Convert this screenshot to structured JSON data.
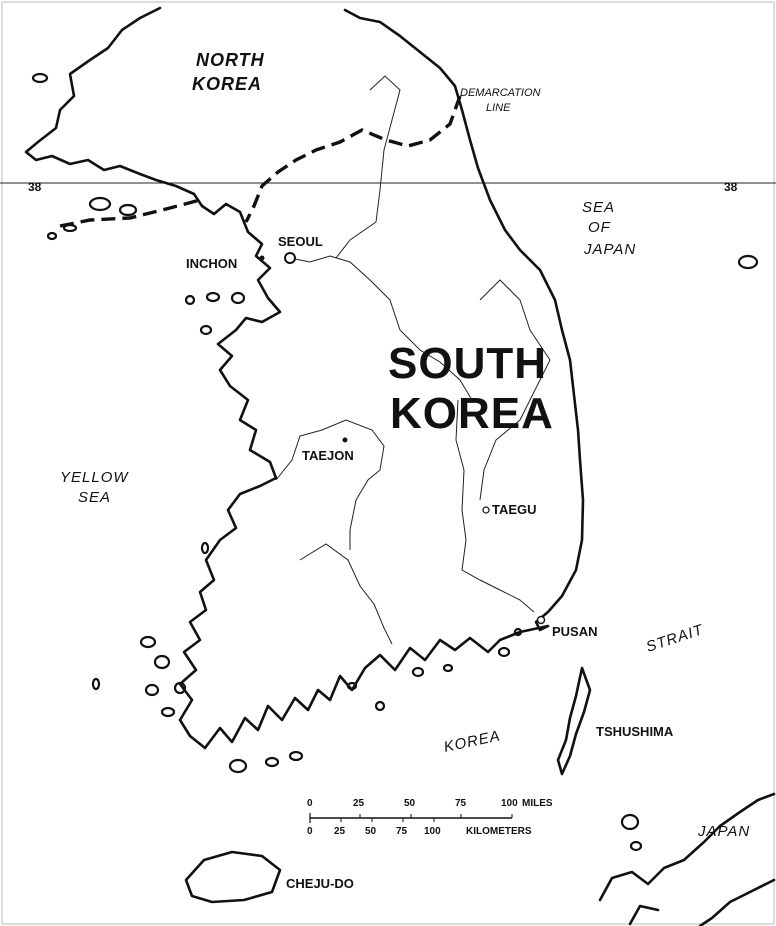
{
  "map": {
    "countries": {
      "north_korea": [
        "NORTH",
        "KOREA"
      ],
      "south_korea": [
        "SOUTH",
        "KOREA"
      ],
      "japan": "JAPAN"
    },
    "seas": {
      "sea_of_japan": [
        "SEA",
        "OF",
        "JAPAN"
      ],
      "yellow_sea": [
        "YELLOW",
        "SEA"
      ],
      "korea_strait": [
        "KOREA",
        "STRAIT"
      ]
    },
    "demarcation_label": [
      "DEMARCATION",
      "LINE"
    ],
    "parallel_label": "38",
    "cities": {
      "seoul": "SEOUL",
      "inchon": "INCHON",
      "taejon": "TAEJON",
      "taegu": "TAEGU",
      "pusan": "PUSAN"
    },
    "islands": {
      "cheju_do": "CHEJU-DO",
      "tshushima": "TSHUSHIMA"
    },
    "scale": {
      "miles_ticks": [
        "0",
        "25",
        "50",
        "75",
        "100"
      ],
      "miles_unit": "MILES",
      "km_ticks": [
        "0",
        "25",
        "50",
        "75",
        "100"
      ],
      "km_unit": "KILOMETERS"
    }
  }
}
